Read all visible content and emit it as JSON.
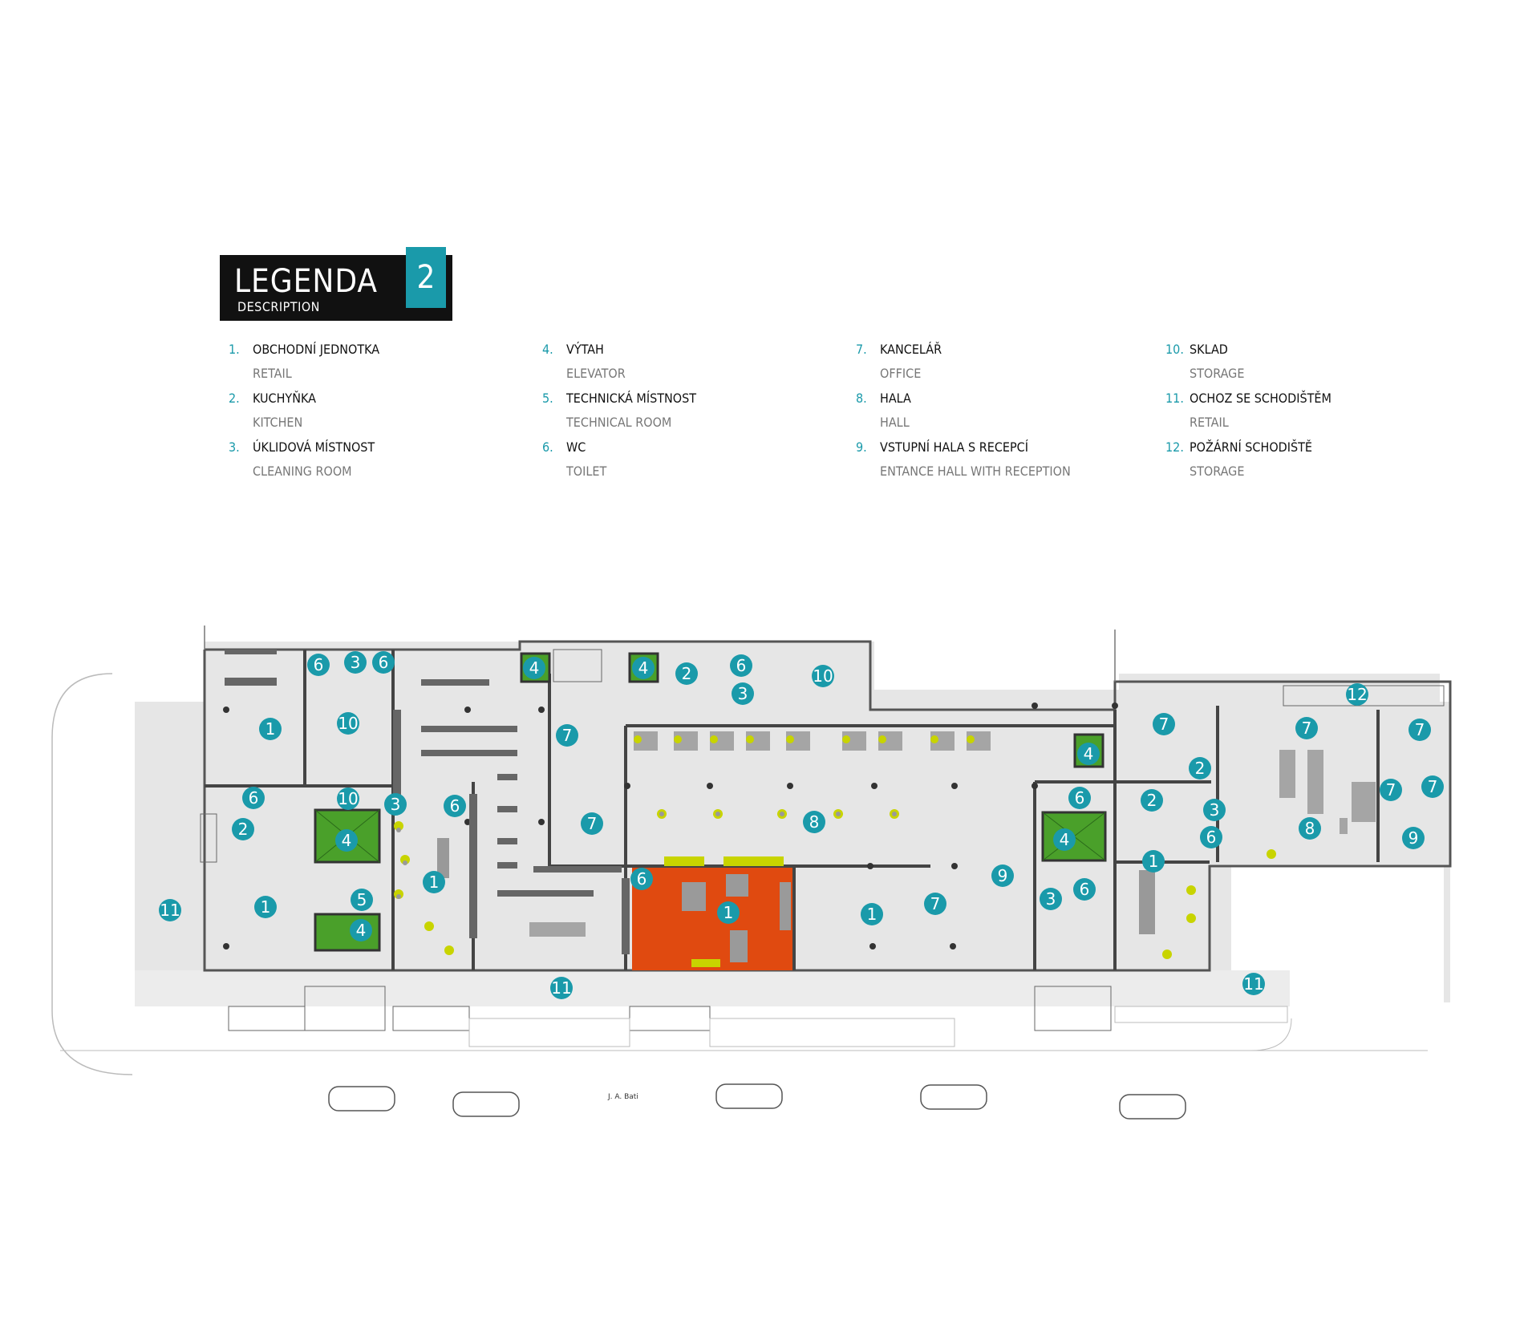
{
  "legend": {
    "title": "LEGENDA",
    "subtitle": "DESCRIPTION",
    "floor": "2",
    "items": [
      {
        "n": "1.",
        "cz": "OBCHODNÍ JEDNOTKA",
        "en": "RETAIL"
      },
      {
        "n": "2.",
        "cz": "KUCHYŇKA",
        "en": "KITCHEN"
      },
      {
        "n": "3.",
        "cz": "ÚKLIDOVÁ MÍSTNOST",
        "en": "CLEANING ROOM"
      },
      {
        "n": "4.",
        "cz": "VÝTAH",
        "en": "ELEVATOR"
      },
      {
        "n": "5.",
        "cz": "TECHNICKÁ MÍSTNOST",
        "en": "TECHNICAL ROOM"
      },
      {
        "n": "6.",
        "cz": "WC",
        "en": "TOILET"
      },
      {
        "n": "7.",
        "cz": "KANCELÁŘ",
        "en": "OFFICE"
      },
      {
        "n": "8.",
        "cz": "HALA",
        "en": "HALL"
      },
      {
        "n": "9.",
        "cz": "VSTUPNÍ HALA S RECEPCÍ",
        "en": "ENTANCE HALL WITH RECEPTION"
      },
      {
        "n": "10.",
        "cz": "SKLAD",
        "en": "STORAGE"
      },
      {
        "n": "11.",
        "cz": "OCHOZ SE SCHODIŠTĚM",
        "en": "RETAIL"
      },
      {
        "n": "12.",
        "cz": "POŽÁRNÍ SCHODIŠTĚ",
        "en": "STORAGE"
      }
    ]
  },
  "map": {
    "street": "J. A. Bati",
    "colors": {
      "accent": "#1a9aaa",
      "highlight": "#e04a10",
      "elevator": "#4aa02a",
      "floor": "#e6e6e6",
      "wall": "#444444",
      "furniture": "#c8d400"
    },
    "labels": [
      "1",
      "1",
      "1",
      "1",
      "1",
      "1",
      "2",
      "2",
      "2",
      "2",
      "3",
      "3",
      "3",
      "3",
      "3",
      "4",
      "4",
      "4",
      "4",
      "4",
      "4",
      "5",
      "6",
      "6",
      "6",
      "6",
      "6",
      "6",
      "6",
      "6",
      "6",
      "7",
      "7",
      "7",
      "7",
      "7",
      "7",
      "7",
      "7",
      "8",
      "8",
      "9",
      "9",
      "10",
      "10",
      "10",
      "11",
      "11",
      "11",
      "12"
    ]
  }
}
